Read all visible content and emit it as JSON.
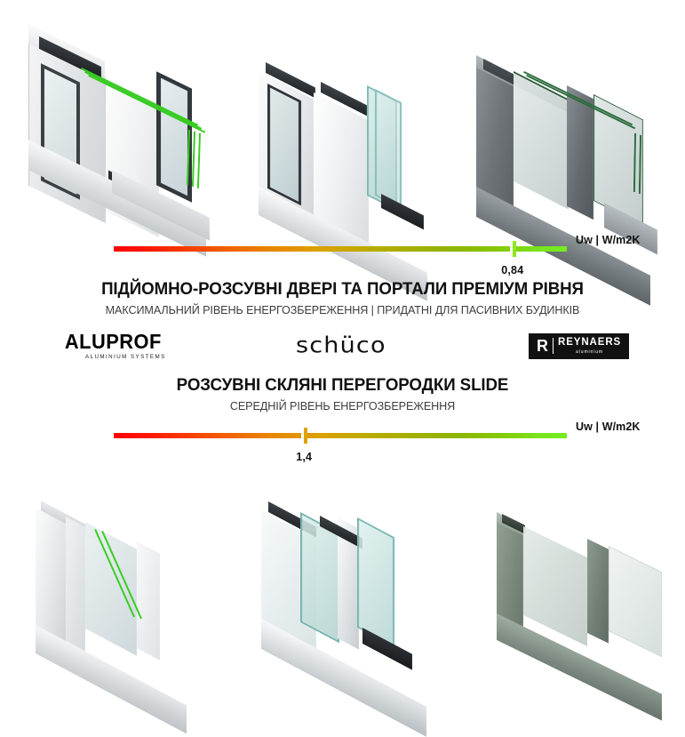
{
  "sections": [
    {
      "id": "premium",
      "scale": {
        "unit_label": "Uw | W/m2K",
        "marker_value": "0,84",
        "marker_position_pct": 88,
        "marker_color": "#8ee81f",
        "gradient_from": "#ff0000",
        "gradient_to": "#72ee1f"
      },
      "title": "ПІДЙОМНО-РОЗСУВНІ ДВЕРІ ТА ПОРТАЛИ ПРЕМІУМ РІВНЯ",
      "subtitle": "МАКСИМАЛЬНИЙ РІВЕНЬ ЕНЕРГОЗБЕРЕЖЕННЯ | ПРИДАТНІ ДЛЯ ПАСИВНИХ БУДИНКІВ"
    },
    {
      "id": "slide",
      "title": "РОЗСУВНІ СКЛЯНІ ПЕРЕГОРОДКИ SLIDE",
      "subtitle": "СЕРЕДНІЙ РІВЕНЬ ЕНЕРГОЗБЕРЕЖЕННЯ",
      "scale": {
        "unit_label": "Uw | W/m2K",
        "marker_value": "1,4",
        "marker_position_pct": 42,
        "marker_color": "#e0a200",
        "gradient_from": "#ff0000",
        "gradient_to": "#72ee1f"
      }
    }
  ],
  "brands": {
    "aluprof": {
      "name": "ALUPROF",
      "tagline": "ALUMINIUM SYSTEMS"
    },
    "schuco": {
      "name": "schüco"
    },
    "reynaers": {
      "monogram": "R",
      "name": "REYNAERS",
      "tagline": "aluminium"
    }
  },
  "products_top": [
    {
      "caption": "lift-and-slide-white-profile"
    },
    {
      "caption": "sliding-door-silver-profile"
    },
    {
      "caption": "sliding-portal-anthracite-profile"
    }
  ],
  "products_bottom": [
    {
      "caption": "slide-partition-white-corner-profile"
    },
    {
      "caption": "slide-partition-double-glazed-profile"
    },
    {
      "caption": "slide-partition-green-grey-profile"
    }
  ]
}
